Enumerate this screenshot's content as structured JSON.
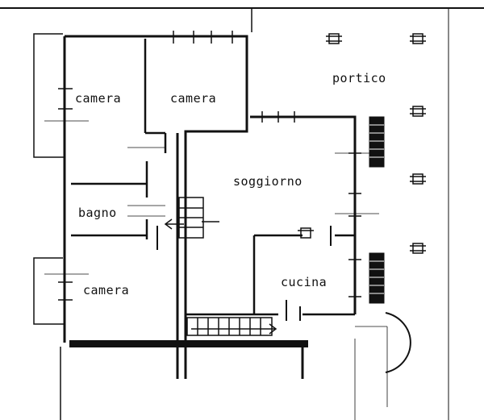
{
  "floorplan": {
    "rooms": {
      "camera_top_left": "camera",
      "camera_top_center": "camera",
      "portico": "portico",
      "soggiorno": "soggiorno",
      "bagno": "bagno",
      "camera_bottom": "camera",
      "cucina": "cucina"
    },
    "colors": {
      "ink": "#111111",
      "background": "#ffffff"
    }
  }
}
